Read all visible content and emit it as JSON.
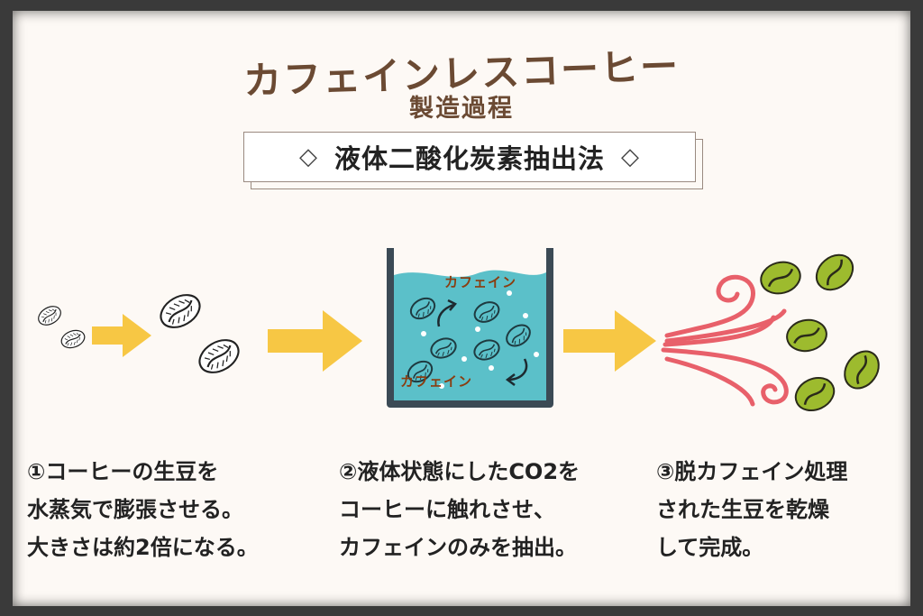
{
  "title": "カフェインレスコーヒー",
  "subtitle": "製造過程",
  "method": {
    "left_symbol": "◇",
    "label": "液体二酸化炭素抽出法",
    "right_symbol": "◇"
  },
  "diagram": {
    "caffeine_label_top": "カフェイン",
    "caffeine_label_bottom": "カフェイン"
  },
  "steps": [
    {
      "lines": [
        "①コーヒーの生豆を",
        "水蒸気で膨張させる。",
        "大きさは約2倍になる。"
      ]
    },
    {
      "lines": [
        "②液体状態にしたCO2を",
        "コーヒーに触れさせ、",
        "カフェインのみを抽出。"
      ]
    },
    {
      "lines": [
        "③脱カフェイン処理",
        "された生豆を乾燥",
        "して完成。"
      ]
    }
  ],
  "colors": {
    "title_brown": "#6b4a33",
    "arrow_yellow": "#f7c744",
    "liquid_teal": "#5bc0c9",
    "container_dark": "#3b4a55",
    "wind_red": "#e8606a",
    "green_bean": "#9dbb2e"
  }
}
